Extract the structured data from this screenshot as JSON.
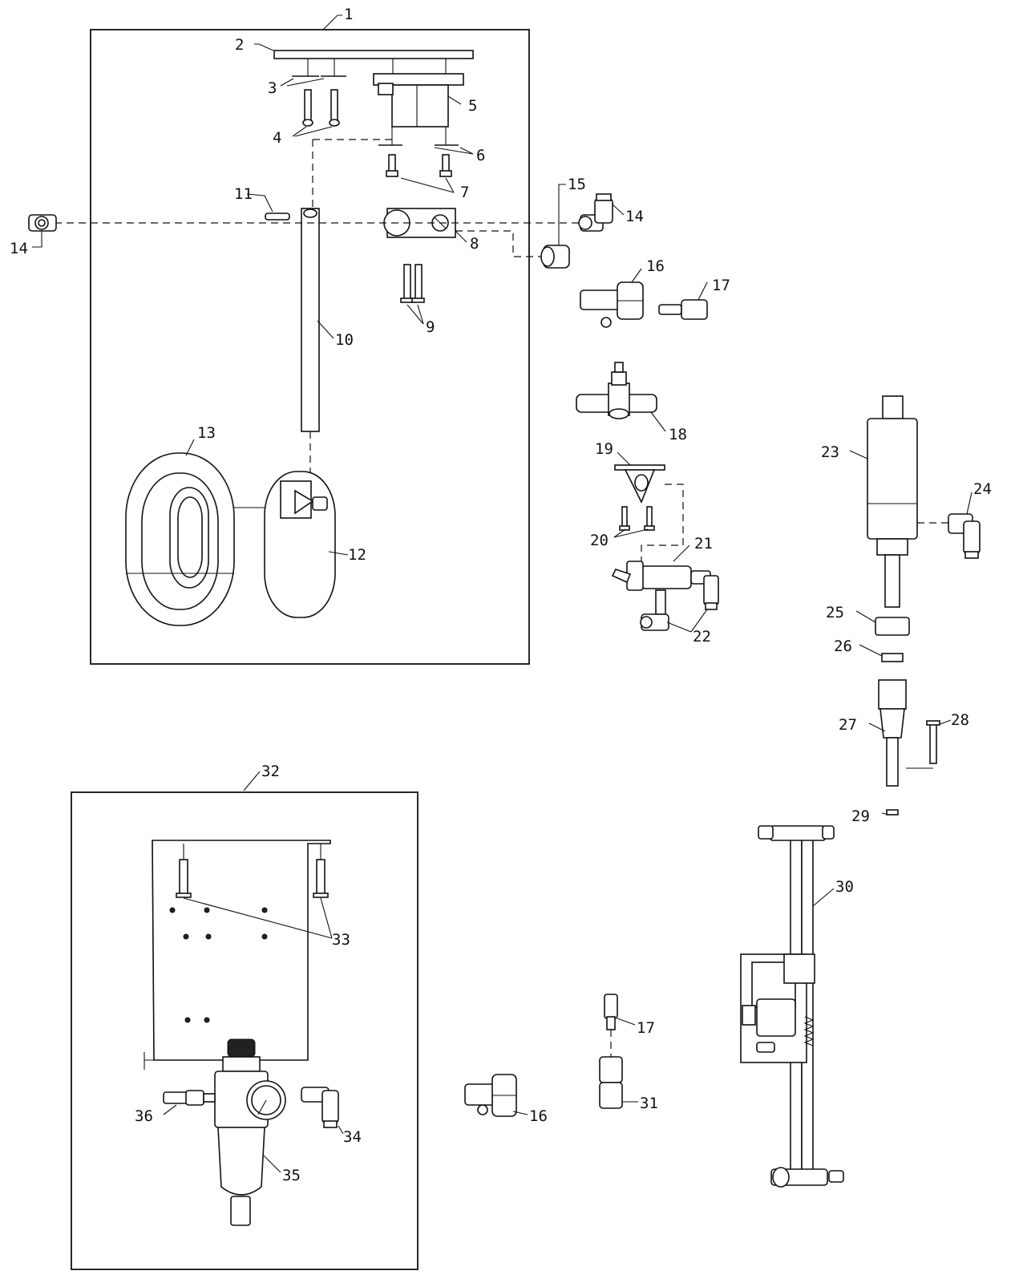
{
  "callouts": {
    "c1": "1",
    "c2": "2",
    "c3": "3",
    "c4": "4",
    "c5": "5",
    "c6": "6",
    "c7": "7",
    "c8": "8",
    "c9": "9",
    "c10": "10",
    "c11": "11",
    "c12": "12",
    "c13": "13",
    "c14a": "14",
    "c14b": "14",
    "c15": "15",
    "c16a": "16",
    "c16b": "16",
    "c17a": "17",
    "c17b": "17",
    "c18": "18",
    "c19": "19",
    "c20": "20",
    "c21": "21",
    "c22": "22",
    "c23": "23",
    "c24": "24",
    "c25": "25",
    "c26": "26",
    "c27": "27",
    "c28": "28",
    "c29": "29",
    "c30": "30",
    "c31": "31",
    "c32": "32",
    "c33": "33",
    "c34": "34",
    "c35": "35",
    "c36": "36"
  },
  "colors": {
    "ink": "#111111",
    "paper": "#ffffff"
  }
}
